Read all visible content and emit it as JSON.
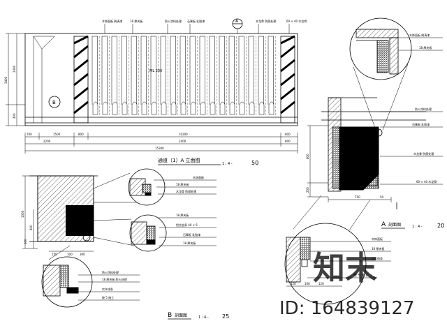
{
  "elevation": {
    "title_cn": "通道（1）A 立面图",
    "scale_prefix": "1 : 4 -",
    "scale": "50",
    "marker_top": "A",
    "marker_left": "B",
    "dim_heights": [
      "2400",
      "400"
    ],
    "dim_total_height": "3400",
    "dim_segments": [
      "700",
      "1500",
      "800",
      "10200",
      "800"
    ],
    "dim_sub": [
      "2200",
      "2400",
      "800"
    ],
    "dim_total": "15300",
    "center_note": "ML 200"
  },
  "section_a": {
    "title": "A",
    "title_cn": "剖面图",
    "scale_prefix": "1 : 4 -",
    "scale": "20",
    "dims": [
      "800",
      "250",
      "750",
      "50"
    ],
    "callouts": [
      "木饰面板 刷清漆",
      "18 厚夹板",
      "防火涂料处理",
      "石膏板 乳胶漆",
      "木龙骨 防腐处理",
      "60 × 40 木龙骨"
    ]
  },
  "section_b": {
    "title": "B",
    "title_cn": "剖面图",
    "scale_prefix": "1 : 4 -",
    "scale": "25",
    "dims": [
      "1300",
      "400",
      "600",
      "150",
      "100",
      "300"
    ],
    "callouts": [
      "木饰面板",
      "18 厚夹板",
      "木龙骨 防腐处理",
      "18 厚夹板",
      "铝合金条 40 × 6",
      "石膏板 乳胶漆",
      "18 厚夹板",
      "防火涂料处理",
      "18 厚夹板 防火处理"
    ]
  },
  "detail_c": {
    "dims": [
      "120",
      "100",
      "120"
    ],
    "note": "按 5 施工",
    "callouts": [
      "木饰面板",
      "18 厚夹板",
      "实木线条"
    ]
  },
  "watermark": {
    "brand": "知末",
    "id_label": "ID: 164839127"
  }
}
